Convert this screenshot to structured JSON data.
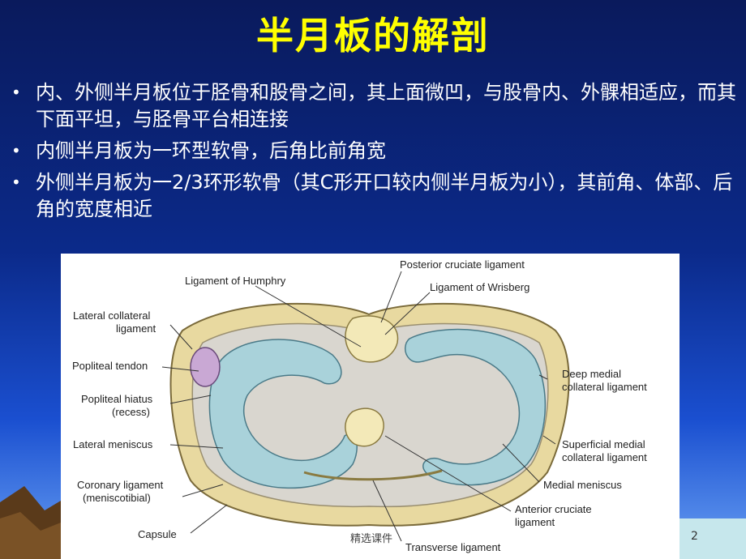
{
  "slide": {
    "title": "半月板的解剖",
    "bullet_icon": "bullet-dot",
    "bullets": [
      "内、外侧半月板位于胫骨和股骨之间，其上面微凹，与股骨内、外髁相适应，而其下面平坦，与胫骨平台相连接",
      "内侧半月板为一环型软骨，后角比前角宽",
      "外侧半月板为一2/3环形软骨（其C形开口较内侧半月板为小），其前角、体部、后角的宽度相近"
    ],
    "footer": "精选课件",
    "page_number": "2"
  },
  "figure": {
    "labels": {
      "ligament_humphry": "Ligament of Humphry",
      "posterior_cruciate": "Posterior  cruciate ligament",
      "wrisberg": "Ligament of Wrisberg",
      "lateral_collateral_1": "Lateral collateral",
      "lateral_collateral_2": "ligament",
      "popliteal_tendon": "Popliteal tendon",
      "popliteal_hiatus_1": "Popliteal hiatus",
      "popliteal_hiatus_2": "(recess)",
      "lateral_meniscus": "Lateral meniscus",
      "coronary_1": "Coronary ligament",
      "coronary_2": "(meniscotibial)",
      "capsule": "Capsule",
      "deep_medial_1": "Deep medial",
      "deep_medial_2": "collateral ligament",
      "superficial_medial_1": "Superficial medial",
      "superficial_medial_2": "collateral ligament",
      "medial_meniscus": "Medial meniscus",
      "anterior_cruciate_1": "Anterior cruciate",
      "anterior_cruciate_2": "ligament",
      "transverse": "Transverse ligament"
    },
    "colors": {
      "meniscus": "#a9d2da",
      "capsule": "#e8d9a0",
      "ligament": "#f3e9b8",
      "bone": "#d9d6cf",
      "tendon": "#c9a8d4"
    }
  }
}
